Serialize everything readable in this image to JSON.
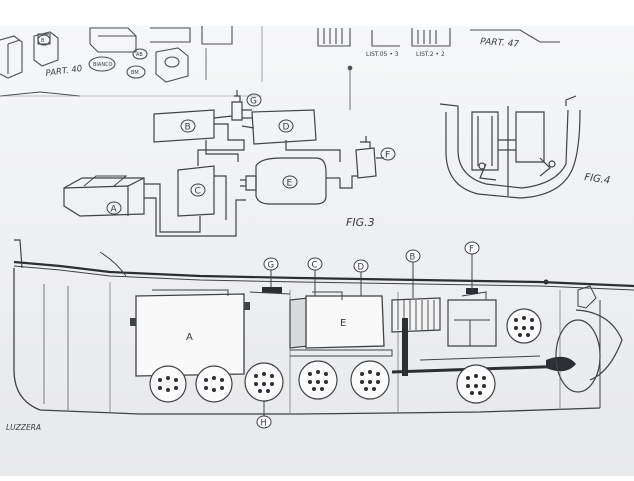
{
  "sheet": {
    "part_labels": {
      "part_40": "PART. 40",
      "part_47": "PART. 47"
    },
    "list_labels": {
      "list_a": "LIST.05 • 3",
      "list_b": "LIST.2 • 2"
    },
    "small_labels": {
      "bianco": "BIANCO",
      "b": "B",
      "bm": "BM",
      "ab": "AB"
    },
    "fig3": {
      "caption": "FIG.3",
      "labels": {
        "a": "A",
        "b": "B",
        "c": "C",
        "d": "D",
        "e": "E",
        "f": "F",
        "g": "G"
      }
    },
    "fig4": {
      "caption": "FIG.4"
    },
    "hull": {
      "labels": {
        "a": "A",
        "b": "B",
        "c": "C",
        "d": "D",
        "e": "E",
        "f": "F",
        "g": "G",
        "h": "H"
      }
    },
    "stamp": "LUZZERA"
  }
}
